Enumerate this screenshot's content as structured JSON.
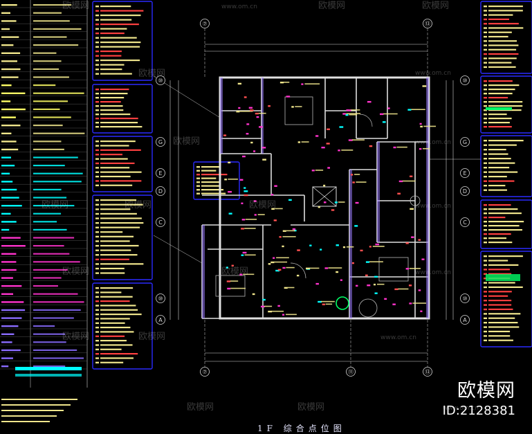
{
  "drawing": {
    "title": "1F 综合点位图",
    "grid_labels_top": [
      "⑦",
      "⑬"
    ],
    "grid_labels_bottom": [
      "⑦",
      "⑪",
      "⑬"
    ],
    "grid_labels_left": [
      "⑩",
      "G",
      "E",
      "D",
      "C",
      "⑩",
      "A"
    ],
    "grid_labels_right": [
      "⑩",
      "G",
      "E",
      "D",
      "C",
      "⑩",
      "A"
    ]
  },
  "watermark": {
    "site": "www.om.cn",
    "brand": "欧模网",
    "id": "ID:2128381"
  },
  "colors": {
    "background": "#000000",
    "wall": "#e0e0e0",
    "frame": "#2a2aff",
    "dimension": "#d8d8d8",
    "note_text": "#f0e68c",
    "note_title": "#ff4040",
    "device": "#ff33cc",
    "cyan": "#00ffff",
    "green": "#00ff66",
    "yellow": "#ffff66"
  }
}
